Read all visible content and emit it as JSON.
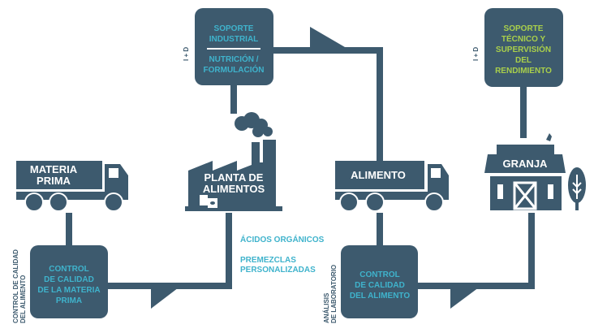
{
  "colors": {
    "primary": "#3d5a6e",
    "teal_text": "#3fb3cc",
    "green_text": "#a9cf4b"
  },
  "top_left_box": {
    "side_label": "I + D",
    "upper_lines": [
      "SOPORTE",
      "INDUSTRIAL"
    ],
    "lower_lines": [
      "NUTRICIÓN /",
      "FORMULACIÓN"
    ]
  },
  "top_right_box": {
    "side_label": "I + D",
    "lines": [
      "SOPORTE",
      "TÉCNICO Y",
      "SUPERVISIÓN",
      "DEL",
      "RENDIMIENTO"
    ]
  },
  "nodes": {
    "materia_prima": [
      "MATERIA",
      "PRIMA"
    ],
    "planta": [
      "PLANTA DE",
      "ALIMENTOS"
    ],
    "alimento": [
      "ALIMENTO"
    ],
    "granja": [
      "GRANJA"
    ]
  },
  "bottom_left_box": {
    "side_label": [
      "CONTROL DE CALIDAD",
      "DEL ALIMENTO"
    ],
    "lines": [
      "CONTROL",
      "DE CALIDAD",
      "DE LA MATERIA",
      "PRIMA"
    ]
  },
  "middle_labels": {
    "acidos": "ÁCIDOS ORGÁNICOS",
    "premezclas": [
      "PREMEZCLAS",
      "PERSONALIZADAS"
    ]
  },
  "bottom_right_box": {
    "side_label": [
      "ANÁLISIS",
      "DE LABORATORIO"
    ],
    "lines": [
      "CONTROL",
      "DE CALIDAD",
      "DEL ALIMENTO"
    ]
  }
}
